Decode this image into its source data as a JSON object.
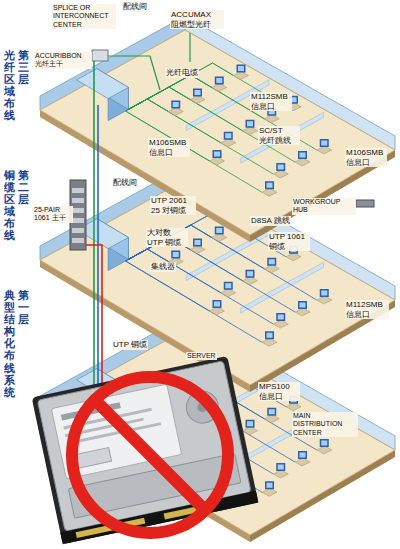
{
  "diagram": {
    "labels": [
      "配线间",
      "SPLICE OR INTERCONNECT CENTER",
      "ACCUMAX 阻燃型光纤",
      "第三层",
      "光纤区域布线",
      "ACCURIBBON 光纤主干",
      "光纤电缆",
      "M112SMB 信息口",
      "SC/ST 光纤跳线",
      "M106SMB 信息口",
      "M106SMB 信息口",
      "配线间",
      "UTP 2061 25 对铜缆",
      "第二层",
      "铜缆区域布线",
      "25-PAIR 1061 主干",
      "WORKGROUP HUB",
      "D8SA 跳线",
      "大对数 UTP 铜缆",
      "UTP 1061 铜缆",
      "集线器",
      "第一层",
      "典型结构化布线系统",
      "M112SMB 信息口",
      "UTP 铜缆",
      "SERVER",
      "MPS100 信息口",
      "MAIN DISTRIBUTION CENTER"
    ]
  }
}
